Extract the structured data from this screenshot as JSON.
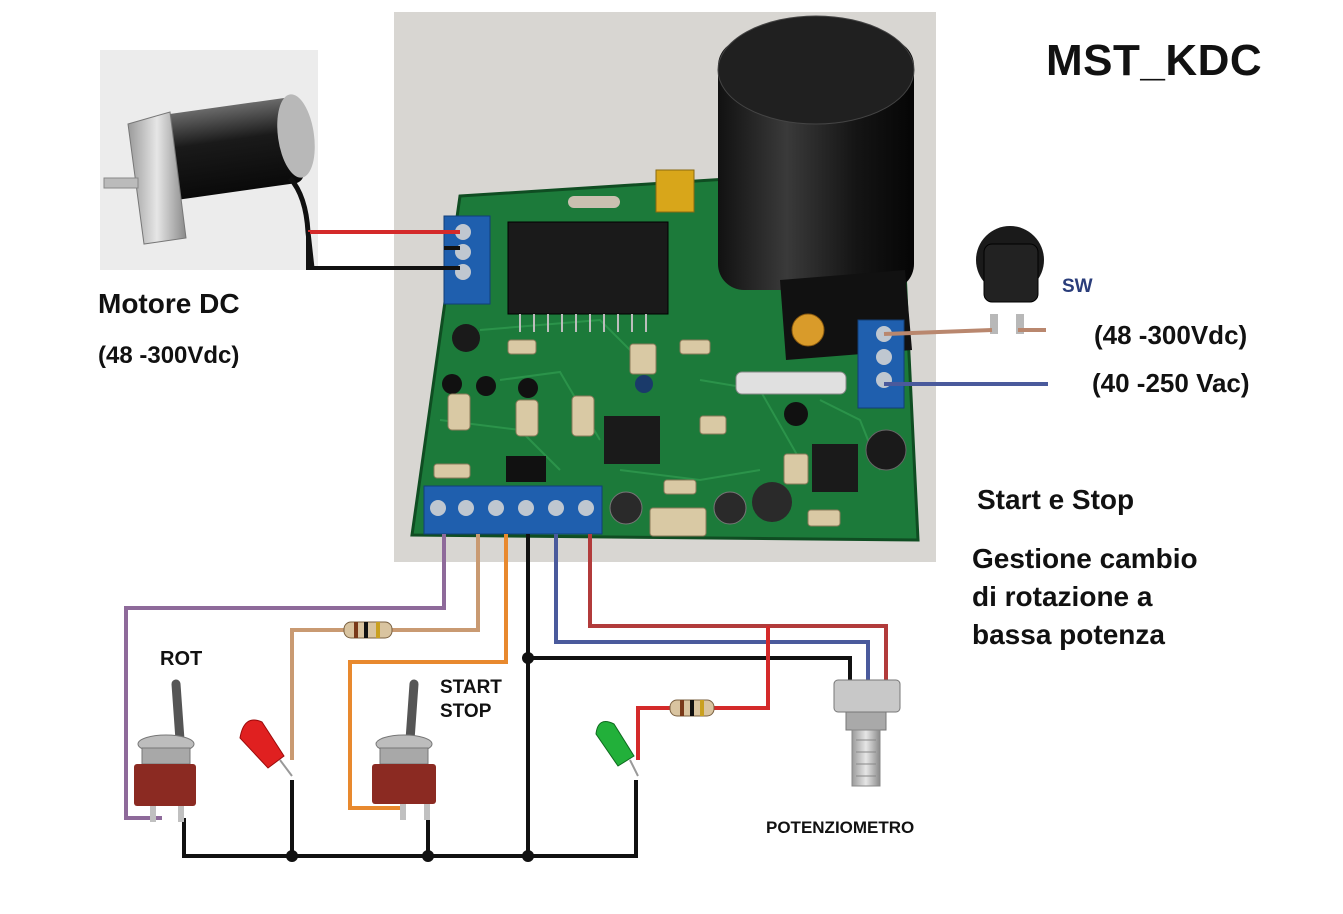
{
  "title": "MST_KDC",
  "motor": {
    "label": "Motore DC",
    "voltage": "(48 -300Vdc)"
  },
  "power": {
    "switch_label": "SW",
    "dc_range": "(48 -300Vdc)",
    "ac_range": "(40 -250 Vac)"
  },
  "notes": {
    "start_stop": "Start e Stop",
    "rotation": "Gestione cambio\ndi rotazione a\nbassa potenza"
  },
  "controls": {
    "rot_label": "ROT",
    "start_stop_label": "START\nSTOP",
    "pot_label": "POTENZIOMETRO"
  },
  "colors": {
    "board": "#1c7a3a",
    "terminal": "#1f5fae",
    "wire_red": "#d42a2a",
    "wire_black": "#111111",
    "wire_purple": "#8e6a9a",
    "wire_tan": "#c99a72",
    "wire_orange": "#e8892e",
    "wire_blue": "#4a5a9c",
    "wire_darkred": "#b23b3b",
    "led_red": "#e02020",
    "led_green": "#22b03a"
  }
}
